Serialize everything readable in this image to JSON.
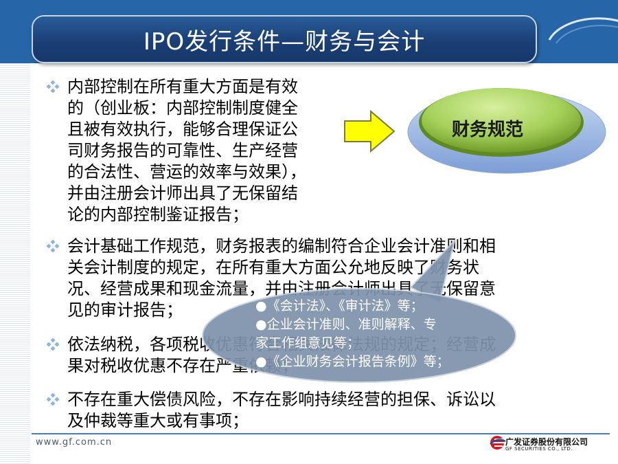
{
  "header": {
    "title": "IPO发行条件—财务与会计"
  },
  "bullets": [
    {
      "lines": [
        "内部控制在所有重大方面是有效",
        "的（创业板：内部控制制度健全",
        "且被有效执行，能够合理保证公",
        "司财务报告的可靠性、生产经营",
        "的合法性、营运的效率与效果），",
        "并由注册会计师出具了无保留结",
        "论的内部控制鉴证报告；"
      ]
    },
    {
      "lines": [
        "会计基础工作规范，财务报表的编制符合企业会计准则和相",
        "关会计制度的规定，在所有重大方面公允地反映了财务状",
        "况、经营成果和现金流量，并由注册会计师出具了无保留意",
        "见的审计报告；"
      ]
    },
    {
      "lines": [
        "依法纳税，各项税收优惠符合相关法律法规的规定；经营成",
        "果对税收优惠不存在严重依赖；"
      ]
    },
    {
      "lines": [
        "不存在重大偿债风险，不存在影响持续经营的担保、诉讼以",
        "及仲裁等重大或有事项；"
      ]
    }
  ],
  "oval": {
    "label": "财务规范"
  },
  "callout": {
    "lines": [
      "●《会计法》、《审计法》等；",
      "●企业会计准则、准则解释、专",
      "家工作组意见等；",
      "●《企业财务会计报告条例》等；"
    ]
  },
  "footer": {
    "url": "www.gf.com.cn",
    "logo_cn": "广发证券股份有限公司",
    "logo_en": "GF SECURITIES CO., LTD."
  },
  "colors": {
    "banner": "#2565a8",
    "title_bar": "#1a3f75",
    "oval_green": "#8cbf3a",
    "callout": "#7f92ad",
    "arrow": "#ffff00"
  }
}
